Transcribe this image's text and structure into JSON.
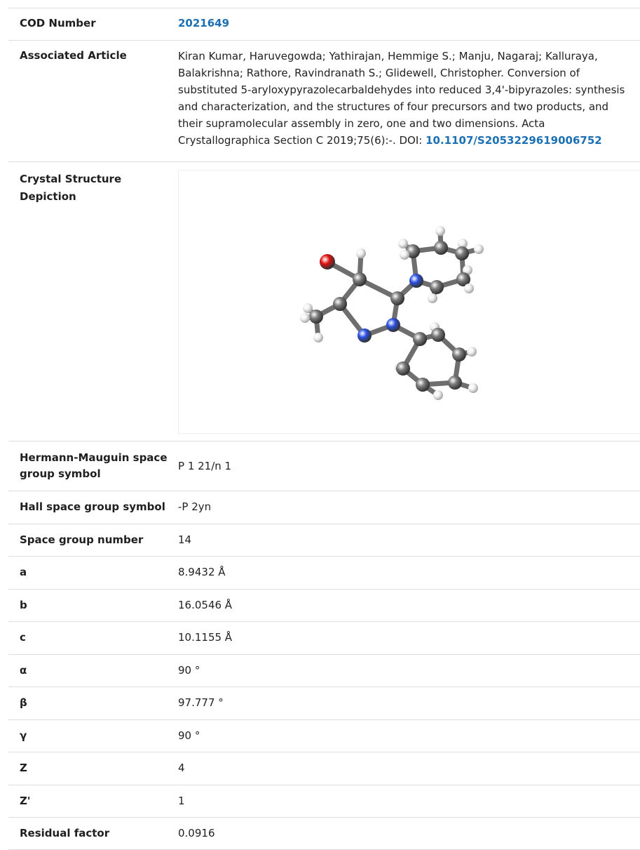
{
  "rows": {
    "cod": {
      "label": "COD Number",
      "value": "2021649"
    },
    "article": {
      "label": "Associated Article",
      "text": "Kiran Kumar, Haruvegowda; Yathirajan, Hemmige S.; Manju, Nagaraj; Kalluraya, Balakrishna; Rathore, Ravindranath S.; Glidewell, Christopher. Conversion of substituted 5-aryloxypyrazolecarbaldehydes into reduced 3,4'-bipyrazoles: synthesis and characterization, and the structures of four precursors and two products, and their supramolecular assembly in zero, one and two dimensions. Acta Crystallographica Section C 2019;75(6):-. DOI: ",
      "doi": "10.1107/S2053229619006752"
    },
    "depiction": {
      "label": "Crystal Structure Depiction"
    },
    "hm": {
      "label": "Hermann-Mauguin space group symbol",
      "value": "P 1 21/n 1"
    },
    "hall": {
      "label": "Hall space group symbol",
      "value": "-P 2yn"
    },
    "sgnum": {
      "label": "Space group number",
      "value": "14"
    },
    "a": {
      "label": "a",
      "value": "8.9432 Å"
    },
    "b": {
      "label": "b",
      "value": "16.0546 Å"
    },
    "c": {
      "label": "c",
      "value": "10.1155 Å"
    },
    "alpha": {
      "label": "α",
      "value": "90 °"
    },
    "beta": {
      "label": "β",
      "value": "97.777 °"
    },
    "gamma": {
      "label": "γ",
      "value": "90 °"
    },
    "z": {
      "label": "Z",
      "value": "4"
    },
    "zprime": {
      "label": "Z'",
      "value": "1"
    },
    "rfactor": {
      "label": "Residual factor",
      "value": "0.0916"
    }
  },
  "colors": {
    "link": "#1b6fb4",
    "carbon": "#7a7a7a",
    "nitrogen": "#2a4fe0",
    "oxygen": "#e0100f",
    "hydrogen": "#f2f2f2"
  }
}
